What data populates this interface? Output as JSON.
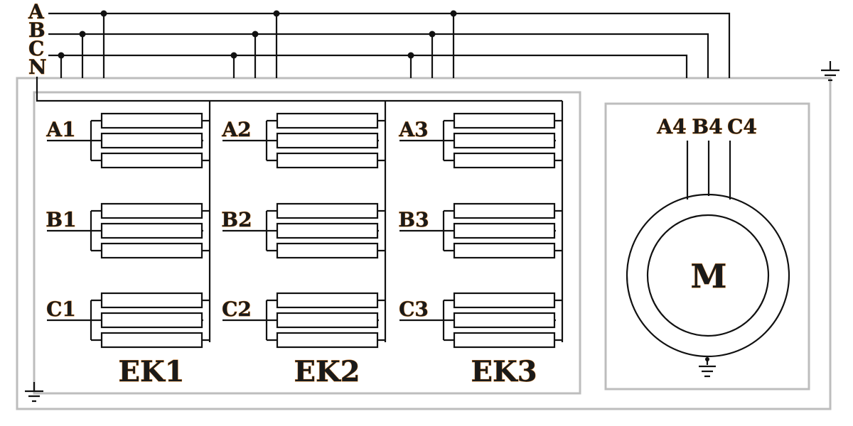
{
  "bus_labels": [
    "A",
    "B",
    "C",
    "N"
  ],
  "heater_groups": [
    {
      "name": "EK1",
      "phases": [
        "A1",
        "B1",
        "C1"
      ]
    },
    {
      "name": "EK2",
      "phases": [
        "A2",
        "B2",
        "C2"
      ]
    },
    {
      "name": "EK3",
      "phases": [
        "A3",
        "B3",
        "C3"
      ]
    }
  ],
  "motor": {
    "symbol": "M",
    "terminals": [
      "A4",
      "B4",
      "C4"
    ]
  },
  "colors": {
    "wire": "#111111",
    "frame": "#bdbdbd",
    "label_outline": "#d2781e"
  }
}
